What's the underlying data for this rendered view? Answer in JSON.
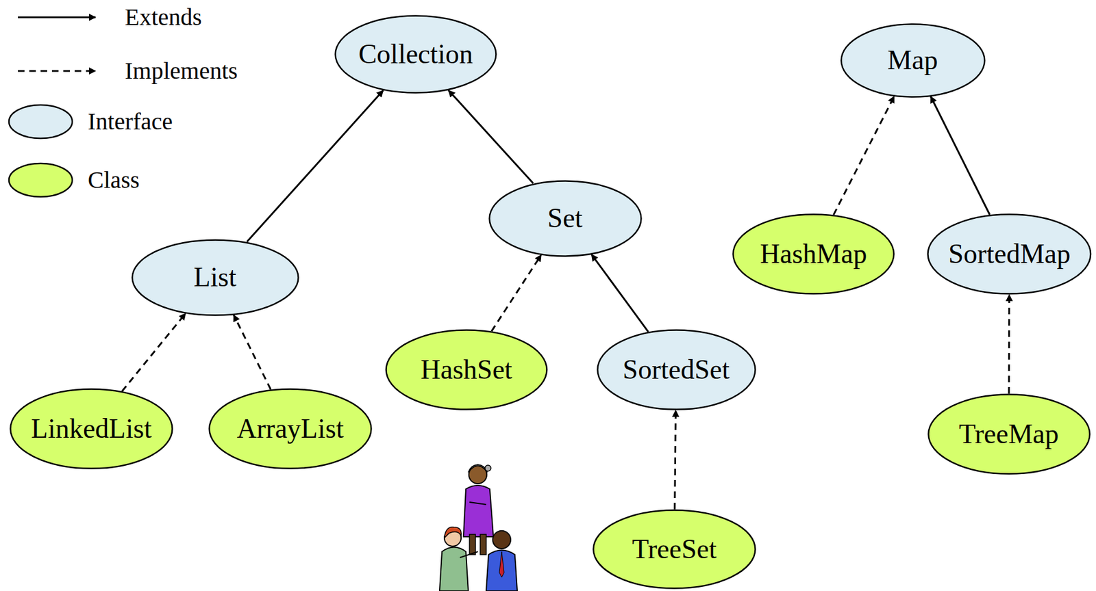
{
  "diagram": {
    "nodes": [
      {
        "text": [
          "Collection"
        ]
      },
      {
        "text": [
          "Map"
        ]
      },
      {
        "text": [
          "List"
        ]
      },
      {
        "text": [
          "Set"
        ]
      },
      {
        "text": [
          "HashMap"
        ]
      },
      {
        "text": [
          "SortedMap"
        ]
      },
      {
        "text": [
          "HashSet"
        ]
      },
      {
        "text": [
          "SortedSet"
        ]
      },
      {
        "text": [
          "LinkedList"
        ]
      },
      {
        "text": [
          "ArrayList"
        ]
      },
      {
        "text": [
          "TreeMap"
        ]
      },
      {
        "text": [
          "TreeSet"
        ]
      }
    ],
    "edges": [
      {
        "from": 2,
        "to": 0,
        "arrow": "to"
      },
      {
        "from": 3,
        "to": 0,
        "arrow": "to"
      },
      {
        "from": 8,
        "to": 2,
        "arrow": "to"
      },
      {
        "from": 9,
        "to": 2,
        "arrow": "to"
      },
      {
        "from": 6,
        "to": 3,
        "arrow": "to"
      },
      {
        "from": 7,
        "to": 3,
        "arrow": "to"
      },
      {
        "from": 11,
        "to": 7,
        "arrow": "to"
      },
      {
        "from": 4,
        "to": 1,
        "arrow": "to"
      },
      {
        "from": 5,
        "to": 1,
        "arrow": "to"
      },
      {
        "from": 10,
        "to": 5,
        "arrow": "to"
      }
    ],
    "legend": [
      {
        "text": "Extends"
      },
      {
        "text": "Implements"
      },
      {
        "text": "Interface",
        "color": "#ddedf4"
      },
      {
        "text": "Class",
        "color": "#d6ff6c"
      }
    ]
  }
}
